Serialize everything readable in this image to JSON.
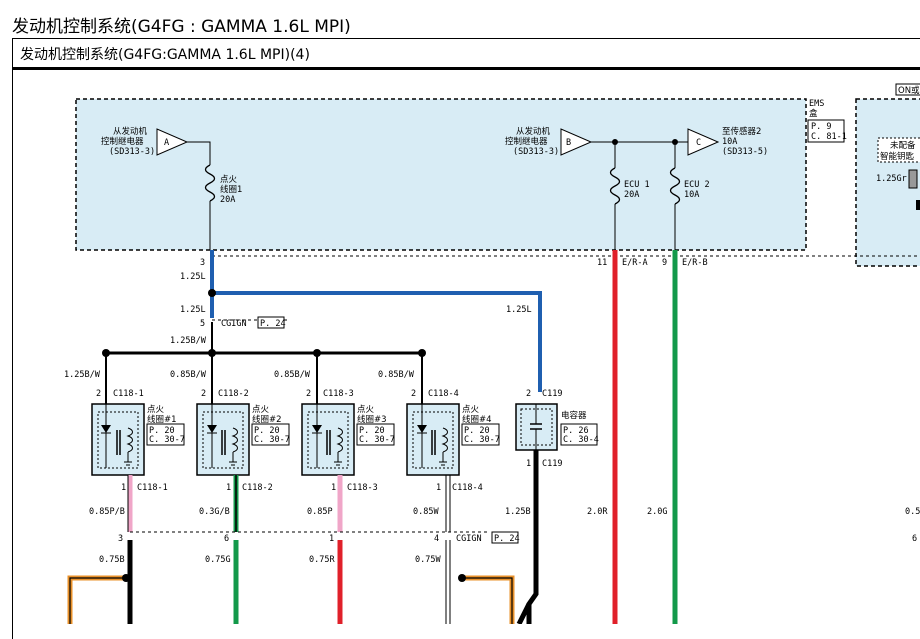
{
  "page": {
    "title": "发动机控制系统(G4FG : GAMMA 1.6L MPI)",
    "subtitle": "发动机控制系统(G4FG:GAMMA  1.6L  MPI)(4)"
  },
  "ems": {
    "box_label": "EMS\n盒",
    "ref": [
      "P. 9",
      "C. 81-1"
    ],
    "relay_a": {
      "text": [
        "从发动机",
        "控制继电器",
        "(SD313-3)"
      ],
      "letter": "A"
    },
    "relay_b": {
      "text": [
        "从发动机",
        "控制继电器",
        "(SD313-3)"
      ],
      "letter": "B"
    },
    "out_c": {
      "letter": "C",
      "text": [
        "至传感器2",
        "10A",
        "(SD313-5)"
      ]
    },
    "fuse_ign": [
      "点火",
      "线圈1",
      "20A"
    ],
    "fuse_ecu1": [
      "ECU  1",
      "20A"
    ],
    "fuse_ecu2": [
      "ECU  2",
      "10A"
    ],
    "pin_3": "3",
    "pin_11": "11",
    "pin_9": "9",
    "wire_era": "E/R-A",
    "wire_erb": "E/R-B"
  },
  "right_box": {
    "top_label": "ON或",
    "label": [
      "未配备",
      "智能钥匙"
    ],
    "wire": "1.25Gr"
  },
  "wires": {
    "w125L_a": "1.25L",
    "w125L_b": "1.25L",
    "w125L_c": "1.25L",
    "cgign_pin": "5",
    "cgign": "CGIGN",
    "cgign_ref": "P. 24",
    "w125BW": "1.25B/W",
    "w125BW_left": "1.25B/W",
    "w085BW_2": "0.85B/W",
    "w085BW_3": "0.85B/W",
    "w085BW_4": "0.85B/W",
    "w20R": "2.0R",
    "w20G": "2.0G",
    "w125B": "1.25B",
    "w085PB": "0.85P/B",
    "w03GB": "0.3G/B",
    "w085P": "0.85P",
    "w085W": "0.85W",
    "w075B": "0.75B",
    "w075G": "0.75G",
    "w075R": "0.75R",
    "w075W": "0.75W",
    "cgign2_pin": "4",
    "cgign2": "CGIGN",
    "cgign2_ref": "P. 24",
    "j_pin3": "3",
    "j_pin6": "6",
    "j_pin1": "1",
    "right_edge_a": "0.5",
    "right_edge_b": "6"
  },
  "coils": [
    {
      "pin_top": "2",
      "conn_top": "C118-1",
      "name": [
        "点火",
        "线圈#1"
      ],
      "ref": [
        "P. 20",
        "C. 30-7"
      ],
      "pin_bot": "1",
      "conn_bot": "C118-1"
    },
    {
      "pin_top": "2",
      "conn_top": "C118-2",
      "name": [
        "点火",
        "线圈#2"
      ],
      "ref": [
        "P. 20",
        "C. 30-7"
      ],
      "pin_bot": "1",
      "conn_bot": "C118-2"
    },
    {
      "pin_top": "2",
      "conn_top": "C118-3",
      "name": [
        "点火",
        "线圈#3"
      ],
      "ref": [
        "P. 20",
        "C. 30-7"
      ],
      "pin_bot": "1",
      "conn_bot": "C118-3"
    },
    {
      "pin_top": "2",
      "conn_top": "C118-4",
      "name": [
        "点火",
        "线圈#4"
      ],
      "ref": [
        "P. 20",
        "C. 30-7"
      ],
      "pin_bot": "1",
      "conn_bot": "C118-4"
    }
  ],
  "capacitor": {
    "pin_top": "2",
    "conn_top": "C119",
    "name": "电容器",
    "ref": [
      "P. 26",
      "C. 30-4"
    ],
    "pin_bot": "1",
    "conn_bot": "C119"
  },
  "colors": {
    "blue": "#1f5fb0",
    "red": "#e0202a",
    "green": "#13994a",
    "pink": "#f0a6c8",
    "black": "#000000",
    "box_fill": "#d8ecf5",
    "orange": "#e8902a"
  }
}
